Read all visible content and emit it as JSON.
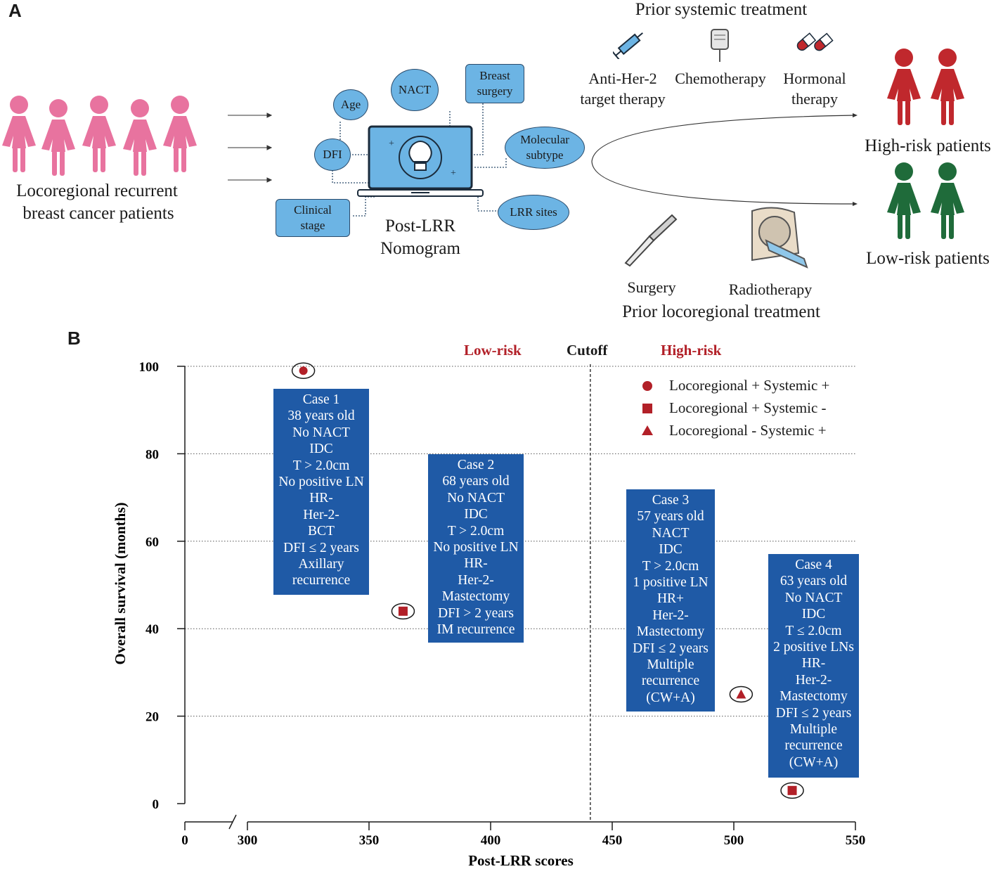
{
  "panel_a": {
    "label": "A",
    "patients_label_line1": "Locoregional recurrent",
    "patients_label_line2": "breast cancer patients",
    "nomogram_label_line1": "Post-LRR",
    "nomogram_label_line2": "Nomogram",
    "factors": {
      "age": "Age",
      "nact": "NACT",
      "breast_surgery_1": "Breast",
      "breast_surgery_2": "surgery",
      "dfi": "DFI",
      "molecular_1": "Molecular",
      "molecular_2": "subtype",
      "clinical_1": "Clinical",
      "clinical_2": "stage",
      "lrr_sites": "LRR sites"
    },
    "systemic_title": "Prior systemic treatment",
    "anti_her2_1": "Anti-Her-2",
    "anti_her2_2": "target therapy",
    "chemotherapy": "Chemotherapy",
    "hormonal_1": "Hormonal",
    "hormonal_2": "therapy",
    "surgery": "Surgery",
    "radiotherapy": "Radiotherapy",
    "locoregional_title": "Prior locoregional treatment",
    "high_risk": "High-risk patients",
    "low_risk": "Low-risk patients",
    "colors": {
      "patients": "#e8739f",
      "high": "#c0282d",
      "low": "#1f6b3a",
      "bubble": "#6cb4e4"
    }
  },
  "panel_b": {
    "label": "B",
    "low_risk_label": "Low-risk",
    "cutoff_label": "Cutoff",
    "high_risk_label": "High-risk",
    "legend": [
      {
        "marker": "circle",
        "text": "Locoregional + Systemic +"
      },
      {
        "marker": "square",
        "text": "Locoregional + Systemic -"
      },
      {
        "marker": "triangle",
        "text": "Locoregional - Systemic +"
      }
    ],
    "cases": [
      {
        "lines": [
          "Case 1",
          "38 years old",
          "No NACT",
          "IDC",
          "T > 2.0cm",
          "No positive LN",
          "HR-",
          "Her-2-",
          "BCT",
          "DFI ≤ 2 years",
          "Axillary",
          "recurrence"
        ]
      },
      {
        "lines": [
          "Case 2",
          "68 years old",
          "No NACT",
          "IDC",
          "T > 2.0cm",
          "No positive LN",
          "HR-",
          "Her-2-",
          "Mastectomy",
          "DFI > 2 years",
          "IM recurrence"
        ]
      },
      {
        "lines": [
          "Case 3",
          "57 years old",
          "NACT",
          "IDC",
          "T > 2.0cm",
          "1 positive LN",
          "HR+",
          "Her-2-",
          "Mastectomy",
          "DFI ≤ 2 years",
          "Multiple",
          "recurrence",
          "(CW+A)"
        ]
      },
      {
        "lines": [
          "Case 4",
          "63 years old",
          "No NACT",
          "IDC",
          "T ≤ 2.0cm",
          "2 positive LNs",
          "HR-",
          "Her-2-",
          "Mastectomy",
          "DFI ≤ 2 years",
          "Multiple",
          "recurrence",
          "(CW+A)"
        ]
      }
    ],
    "chart_data": {
      "type": "scatter",
      "xlabel": "Post-LRR scores",
      "ylabel": "Overall survival (months)",
      "x_ticks": [
        0,
        300,
        350,
        400,
        450,
        500,
        550
      ],
      "y_ticks": [
        0,
        20,
        40,
        60,
        80,
        100
      ],
      "xlim": [
        300,
        550
      ],
      "ylim": [
        0,
        100
      ],
      "axis_break": "between 0 and 300",
      "cutoff_x": 441,
      "grid": "horizontal dotted",
      "points": [
        {
          "case": "Case 1",
          "x": 323,
          "y": 99,
          "marker": "circle"
        },
        {
          "case": "Case 2",
          "x": 364,
          "y": 44,
          "marker": "square"
        },
        {
          "case": "Case 3",
          "x": 503,
          "y": 25,
          "marker": "triangle"
        },
        {
          "case": "Case 4",
          "x": 524,
          "y": 3,
          "marker": "square"
        }
      ],
      "marker_color": "#b22028"
    }
  }
}
